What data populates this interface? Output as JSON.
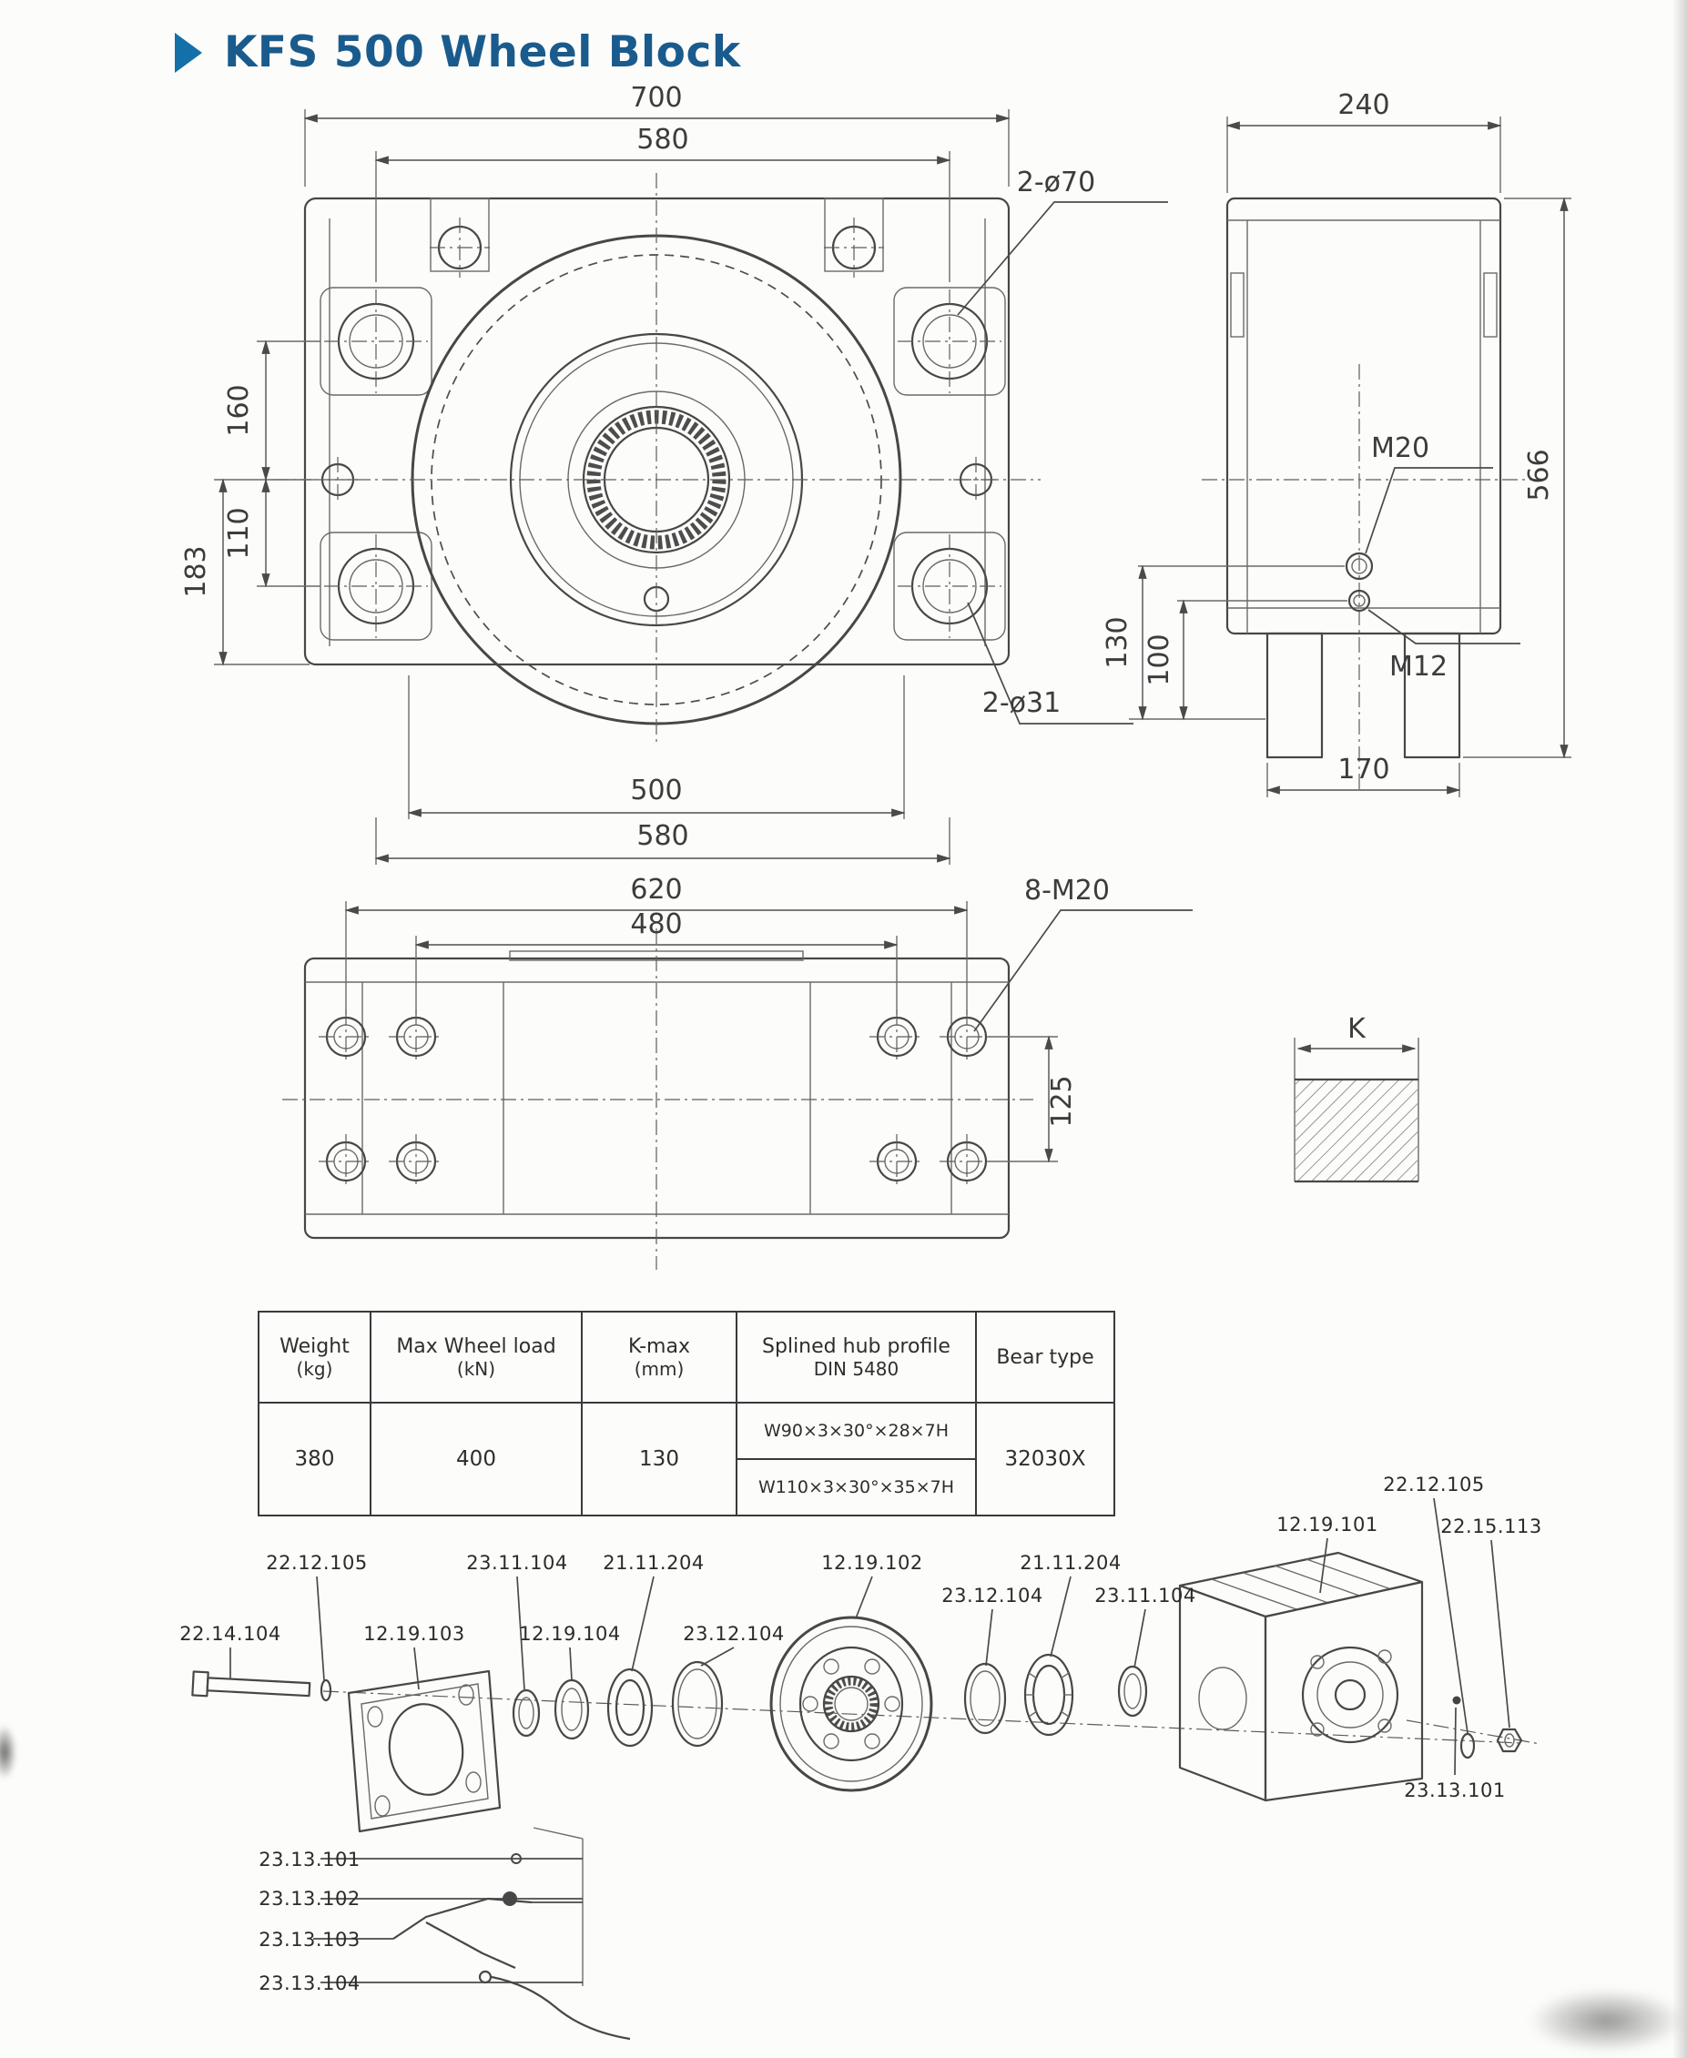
{
  "title": {
    "text": "KFS 500 Wheel Block"
  },
  "colors": {
    "title_text": "#1a5b8d",
    "title_arrow": "#1470a8",
    "drawing_line": "#474747"
  },
  "front_view": {
    "dim_700": "700",
    "dim_580_top": "580",
    "dim_160": "160",
    "dim_110": "110",
    "dim_183": "183",
    "dim_500": "500",
    "dim_580_bottom": "580",
    "label_holes_top": "2-ø70",
    "label_holes_side": "2-ø31"
  },
  "side_view": {
    "dim_240": "240",
    "dim_566": "566",
    "dim_130": "130",
    "dim_100": "100",
    "dim_170": "170",
    "label_m20": "M20",
    "label_m12": "M12"
  },
  "bottom_view": {
    "dim_620": "620",
    "dim_480": "480",
    "dim_125": "125",
    "label_8m20": "8-M20"
  },
  "k_detail": {
    "label": "K"
  },
  "spec_table": {
    "headers": [
      {
        "line1": "Weight",
        "line2": "(kg)"
      },
      {
        "line1": "Max Wheel load",
        "line2": "(kN)"
      },
      {
        "line1": "K-max",
        "line2": "(mm)"
      },
      {
        "line1": "Splined hub profile",
        "line2": "DIN 5480"
      },
      {
        "line1": "Bear type",
        "line2": ""
      }
    ],
    "row": {
      "weight": "380",
      "max_wheel_load": "400",
      "k_max": "130",
      "splined_profiles": [
        "W90×3×30°×28×7H",
        "W110×3×30°×35×7H"
      ],
      "bear_type": "32030X"
    }
  },
  "exploded": {
    "labels": [
      "22.14.104",
      "22.12.105",
      "12.19.103",
      "23.11.104",
      "12.19.104",
      "21.11.204",
      "23.12.104",
      "12.19.102",
      "23.12.104",
      "21.11.204",
      "23.11.104",
      "12.19.101",
      "22.12.105",
      "22.15.113",
      "23.13.101",
      "23.13.101",
      "23.13.102",
      "23.13.103",
      "23.13.104"
    ]
  }
}
